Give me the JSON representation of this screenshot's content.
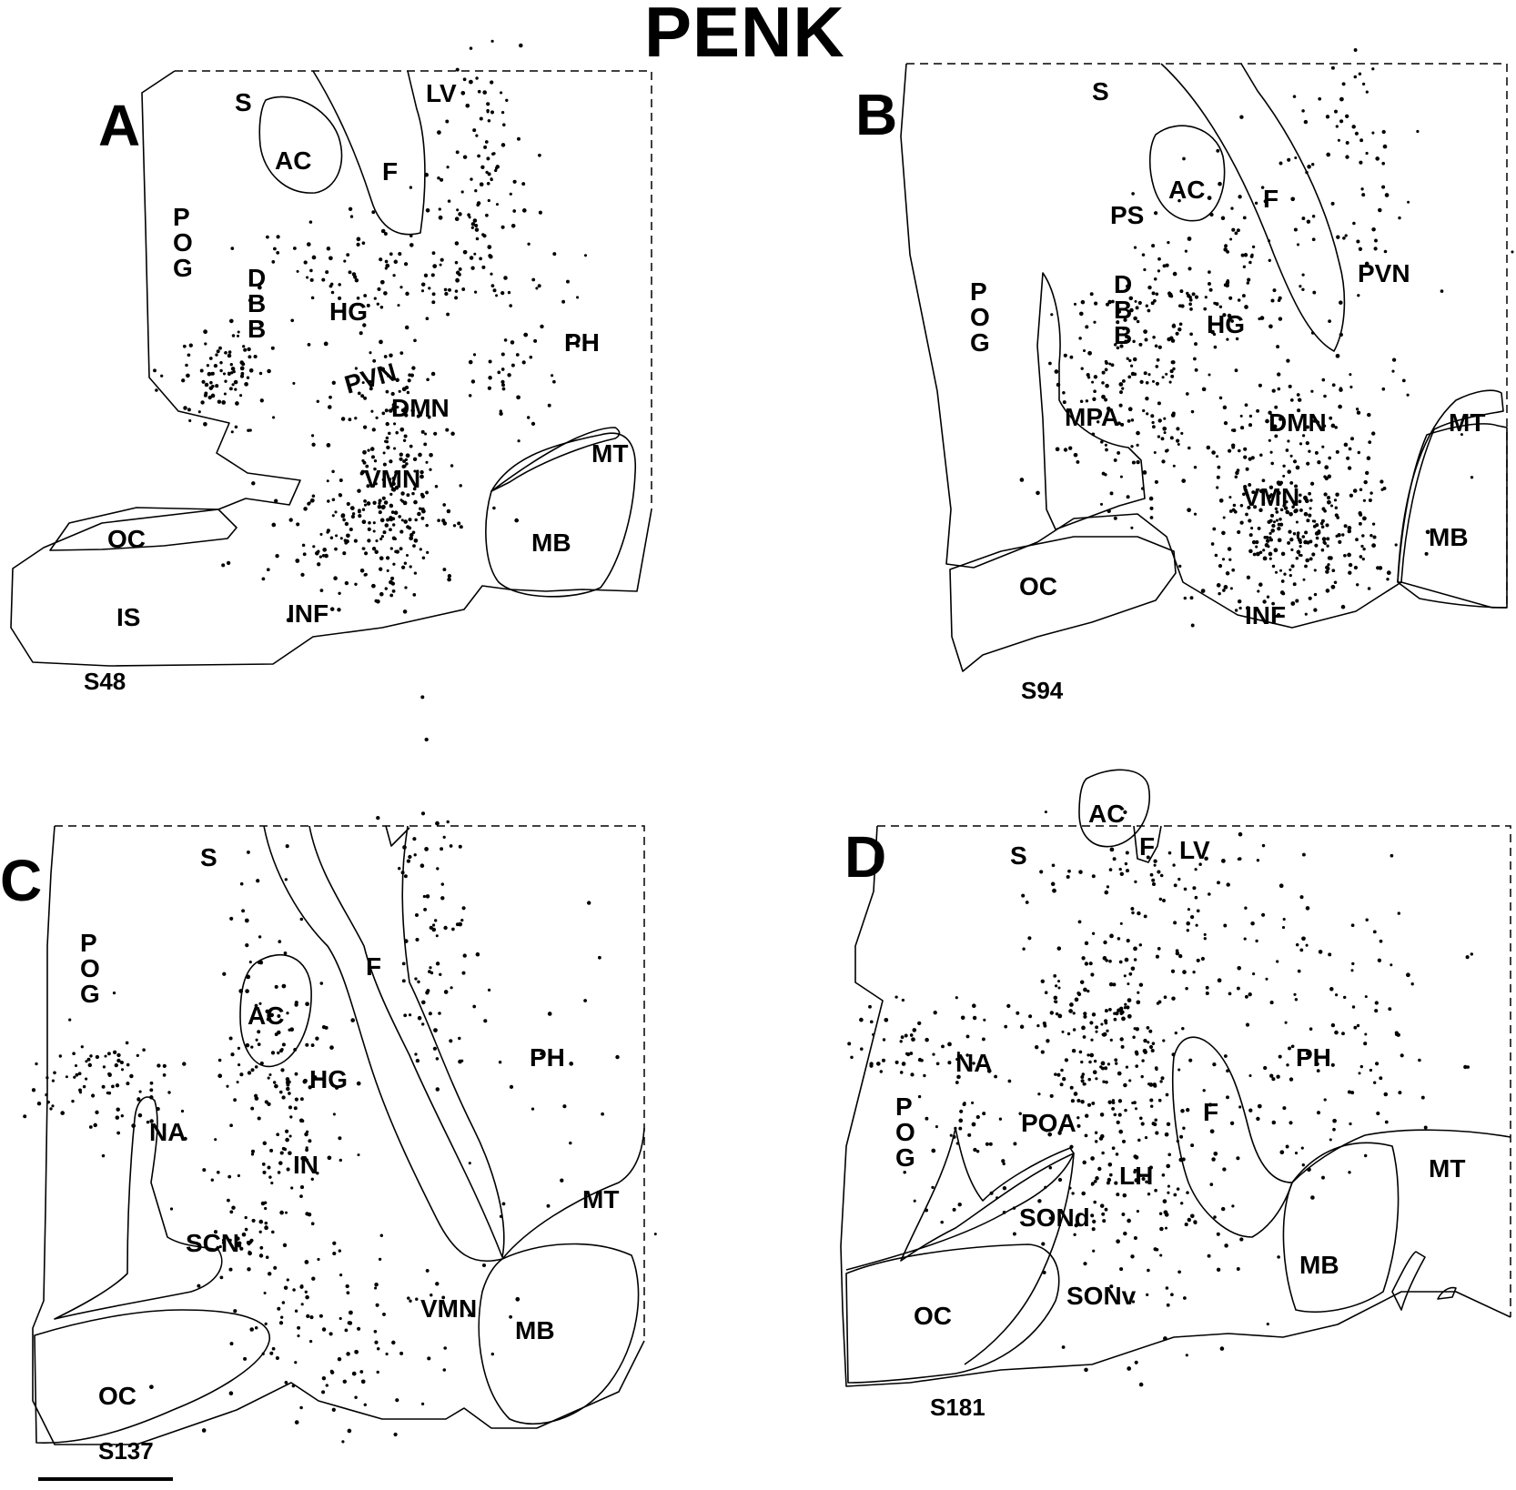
{
  "title": "PENK",
  "panels": [
    {
      "letter": "A",
      "section": "S48",
      "labels": [
        "S",
        "AC",
        "F",
        "LV",
        "P",
        "O",
        "G",
        "D",
        "B",
        "B",
        "HG",
        "PVN",
        "PH",
        "DMN",
        "MT",
        "VMN",
        "OC",
        "MB",
        "IS",
        "INF"
      ]
    },
    {
      "letter": "B",
      "section": "S94",
      "labels": [
        "S",
        "AC",
        "F",
        "PS",
        "P",
        "O",
        "G",
        "D",
        "B",
        "B",
        "HG",
        "PVN",
        "MPA",
        "DMN",
        "MT",
        "VMN",
        "MB",
        "OC",
        "INF"
      ]
    },
    {
      "letter": "C",
      "section": "S137",
      "labels": [
        "S",
        "P",
        "O",
        "G",
        "F",
        "AC",
        "PH",
        "HG",
        "NA",
        "IN",
        "MT",
        "SCN",
        "VMN",
        "MB",
        "OC"
      ]
    },
    {
      "letter": "D",
      "section": "S181",
      "labels": [
        "S",
        "F",
        "LV",
        "AC",
        "NA",
        "PH",
        "POA",
        "P",
        "O",
        "G",
        "F",
        "MT",
        "LH",
        "SONd",
        "MB",
        "SONv",
        "OC"
      ]
    }
  ]
}
